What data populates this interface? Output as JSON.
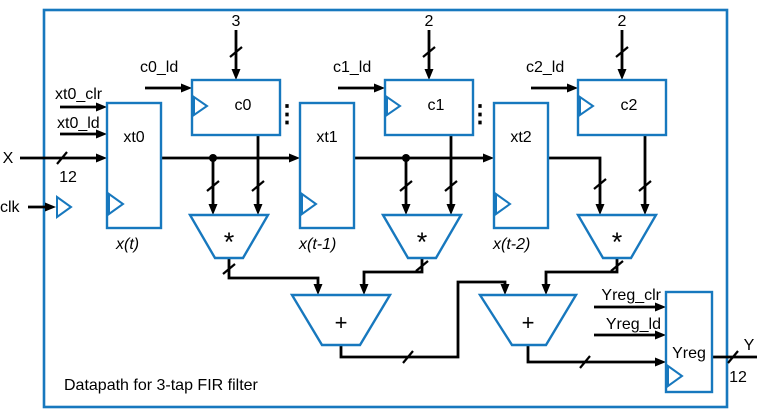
{
  "colors": {
    "block_outline": "#1778BE",
    "wire": "#000000",
    "background": "#FFFFFF"
  },
  "caption": "Datapath for 3-tap FIR filter",
  "io": {
    "x_label": "X",
    "x_bus_width": "12",
    "clk_label": "clk",
    "y_label": "Y",
    "y_bus_width": "12"
  },
  "shift_registers": {
    "xt0": {
      "name": "xt0",
      "clr": "xt0_clr",
      "ld": "xt0_ld",
      "output": "x(t)"
    },
    "xt1": {
      "name": "xt1",
      "output": "x(t-1)"
    },
    "xt2": {
      "name": "xt2",
      "output": "x(t-2)"
    }
  },
  "coef_registers": {
    "c0": {
      "name": "c0",
      "ld": "c0_ld",
      "value": "3"
    },
    "c1": {
      "name": "c1",
      "ld": "c1_ld",
      "value": "2"
    },
    "c2": {
      "name": "c2",
      "ld": "c2_ld",
      "value": "2"
    }
  },
  "output_register": {
    "name": "Yreg",
    "clr": "Yreg_clr",
    "ld": "Yreg_ld"
  },
  "operators": {
    "multiply": "*",
    "add": "+"
  },
  "ellipsis": "⋮"
}
